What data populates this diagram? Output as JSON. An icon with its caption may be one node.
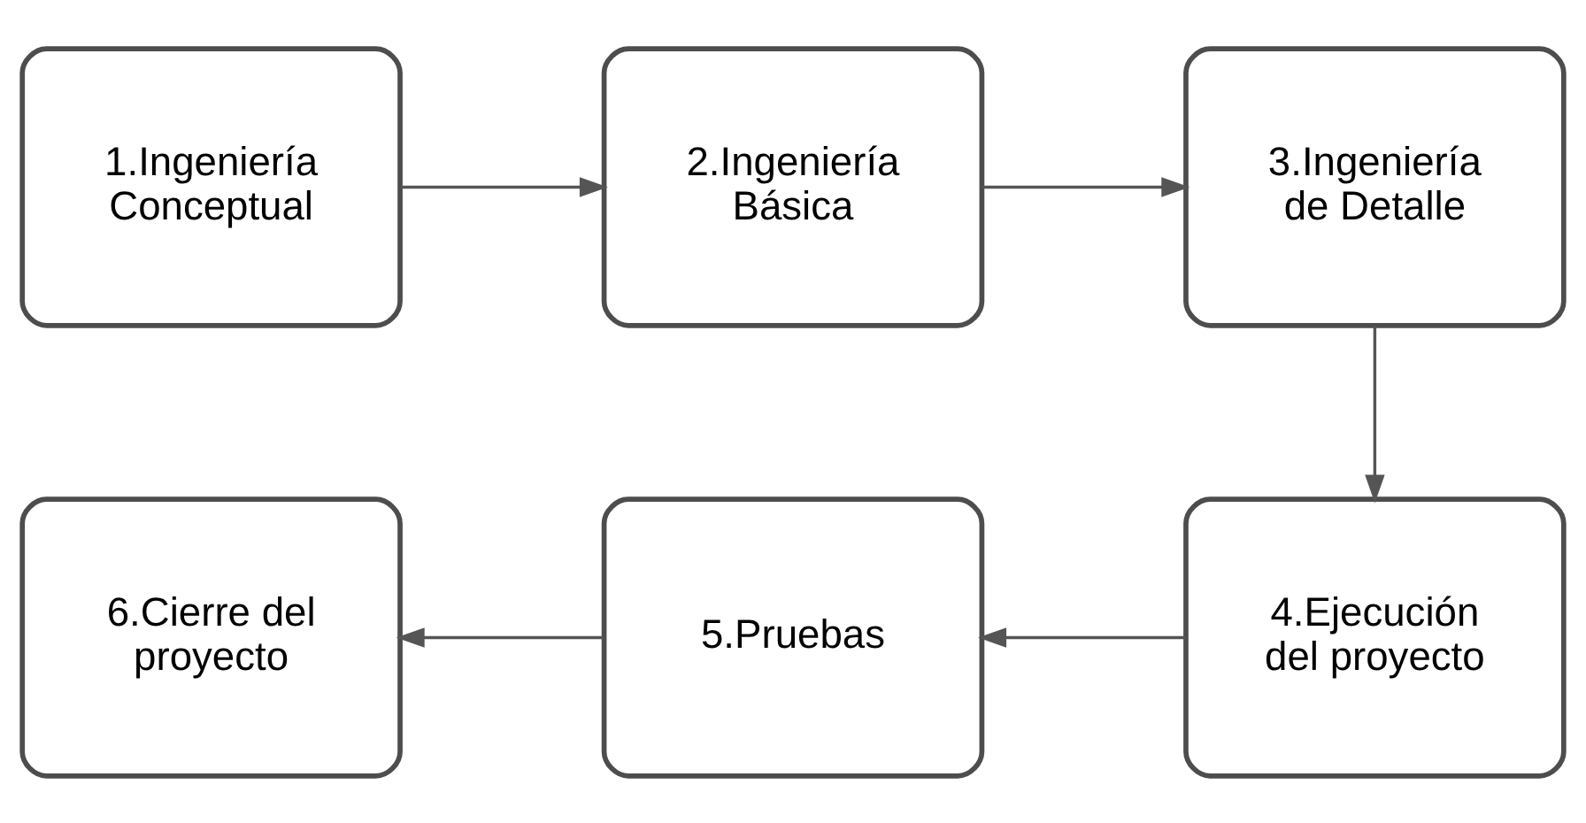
{
  "diagram": {
    "nodes": [
      {
        "text": [
          "1.Ingeniería Conceptual"
        ]
      },
      {
        "text": [
          "2.Ingeniería Básica"
        ]
      },
      {
        "text": [
          "3.Ingeniería de Detalle"
        ]
      },
      {
        "text": [
          "4.Ejecución del proyecto"
        ]
      },
      {
        "text": [
          "5.Pruebas"
        ]
      },
      {
        "text": [
          "6.Cierre del proyecto"
        ]
      }
    ],
    "edges": [
      {
        "from": 0,
        "to": 1,
        "arrow": "to"
      },
      {
        "from": 1,
        "to": 2,
        "arrow": "to"
      },
      {
        "from": 2,
        "to": 3,
        "arrow": "to"
      },
      {
        "from": 3,
        "to": 4,
        "arrow": "to"
      },
      {
        "from": 4,
        "to": 5,
        "arrow": "to"
      }
    ]
  }
}
